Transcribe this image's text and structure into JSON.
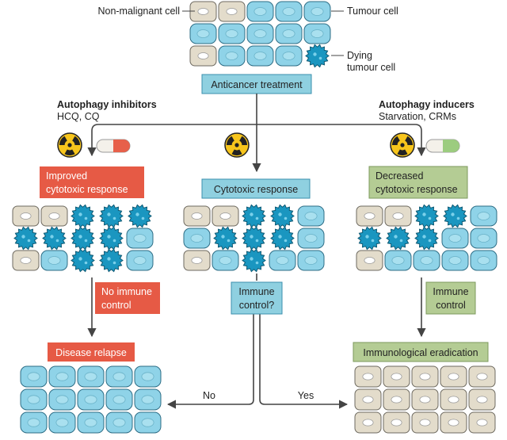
{
  "labels": {
    "non_malignant_cell": "Non-malignant cell",
    "tumour_cell": "Tumour cell",
    "dying_tumour_cell_line1": "Dying",
    "dying_tumour_cell_line2": "tumour cell",
    "anticancer_treatment": "Anticancer treatment"
  },
  "left_branch": {
    "title": "Autophagy inhibitors",
    "subtitle": "HCQ, CQ",
    "response_line1": "Improved",
    "response_line2": "cytotoxic response",
    "immune_line1": "No immune",
    "immune_line2": "control",
    "outcome": "Disease relapse"
  },
  "middle_branch": {
    "response": "Cytotoxic response",
    "immune_line1": "Immune",
    "immune_line2": "control?",
    "no_label": "No",
    "yes_label": "Yes"
  },
  "right_branch": {
    "title": "Autophagy inducers",
    "subtitle": "Starvation, CRMs",
    "response_line1": "Decreased",
    "response_line2": "cytotoxic response",
    "immune_line1": "Immune",
    "immune_line2": "control",
    "outcome": "Immunological eradication"
  },
  "icons": [
    "radiation-icon",
    "capsule-icon"
  ],
  "colors": {
    "tumour_cell": "#8fd3e8",
    "dying_cell": "#1a96c0",
    "normal_cell": "#e3dccb",
    "red_box": "#e65a45",
    "blue_box": "#8fd0e0",
    "green_box": "#b4cc94",
    "arrow": "#444444"
  }
}
